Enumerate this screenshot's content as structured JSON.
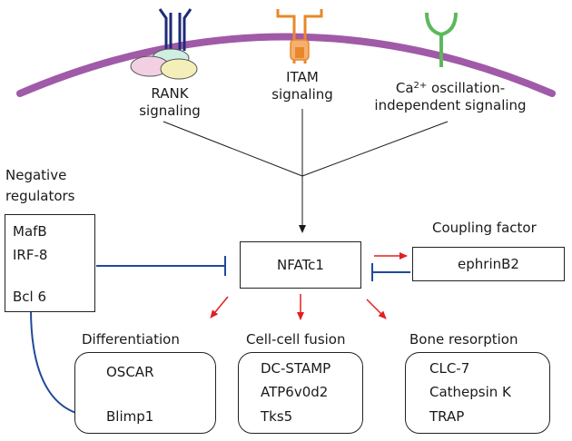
{
  "signals": {
    "rank": [
      "RANK",
      "signaling"
    ],
    "itam": [
      "ITAM",
      "signaling"
    ],
    "ca": {
      "base": "Ca",
      "sup": "2+",
      "rest": " oscillation-",
      "line2": "independent signaling"
    }
  },
  "negative": {
    "title": [
      "Negative",
      "regulators"
    ],
    "items": [
      "MafB",
      "IRF-8",
      "Bcl 6"
    ]
  },
  "center": {
    "label": "NFATc1"
  },
  "coupling": {
    "title": "Coupling factor",
    "label": "ephrinB2"
  },
  "outputs": [
    {
      "title": "Differentiation",
      "items": [
        "OSCAR",
        "Blimp1"
      ]
    },
    {
      "title": "Cell-cell fusion",
      "items": [
        "DC-STAMP",
        "ATP6v0d2",
        "Tks5"
      ]
    },
    {
      "title": "Bone resorption",
      "items": [
        "CLC-7",
        "Cathepsin K",
        "TRAP"
      ]
    }
  ],
  "colors": {
    "membrane": "#a05aa8",
    "rank_receptor": "#1f2a78",
    "itam_receptor": "#e8882a",
    "ca_receptor": "#5cb85c",
    "inhibition": "#1f4a9a",
    "arrow_red": "#e02020",
    "lobe_pink": "#f2cfe3",
    "lobe_green": "#cfeee2",
    "lobe_yellow": "#f4efb8"
  }
}
